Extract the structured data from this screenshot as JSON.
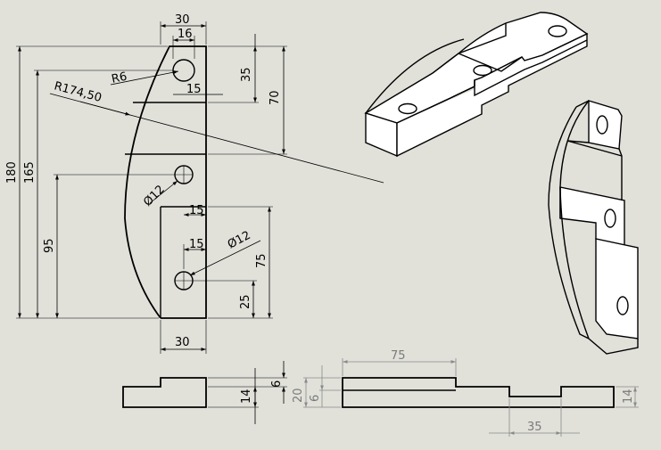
{
  "front_view": {
    "dims": {
      "w30_top": "30",
      "w16": "16",
      "r6": "R6",
      "w15_slot": "15",
      "h35": "35",
      "h70": "70",
      "r174": "R174,50",
      "h180": "180",
      "h165": "165",
      "h95": "95",
      "d12_upper": "Ø12",
      "w15_mid": "15",
      "w15_low": "15",
      "d12_lower": "Ø12",
      "h75": "75",
      "h25": "25",
      "w30_bottom": "30"
    }
  },
  "top_view": {
    "dims": {
      "t6": "6",
      "t14": "14"
    }
  },
  "side_view": {
    "dims": {
      "l75": "75",
      "h20": "20",
      "h6": "6",
      "h14": "14",
      "l35": "35"
    }
  },
  "colors": {
    "background": "#e1e1da",
    "line": "#000000",
    "face": "#ffffff",
    "greyed_dimension": "#8a8a8a"
  }
}
